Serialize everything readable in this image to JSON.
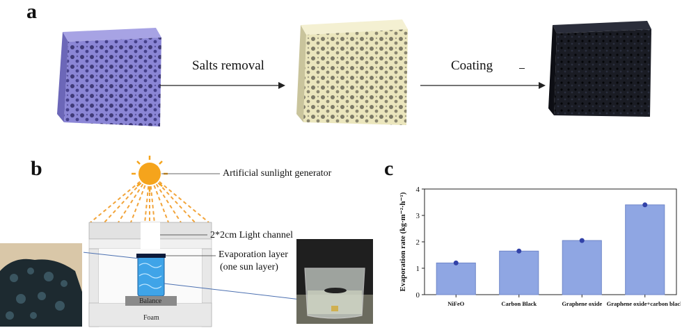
{
  "panels": {
    "a": "a",
    "b": "b",
    "c": "c"
  },
  "panel_a": {
    "step1_label": "Salts removal",
    "step2_label": "Coating",
    "cube_colors": [
      "#8b86d6",
      "#ebe6bd",
      "#15161c"
    ]
  },
  "panel_b": {
    "sun_label": "Artificial sunlight generator",
    "channel_label": "2*2cm Light channel",
    "evap_label_line1": "Evaporation layer",
    "evap_label_line2": "(one sun layer)",
    "balance_label": "Balance",
    "foam_label": "Foam",
    "sun_color": "#f5a41c",
    "water_color": "#3fa4e8"
  },
  "chart_data": {
    "type": "bar",
    "categories": [
      "NiFeO",
      "Carbon Black",
      "Graphene oxide",
      "Graphene oxide+carbon black"
    ],
    "values": [
      1.2,
      1.65,
      2.05,
      3.4
    ],
    "ylabel": "Evaporation rate (kg·m⁻²·h⁻¹)",
    "ylim": [
      0,
      4
    ],
    "yticks": [
      0,
      1,
      2,
      3,
      4
    ],
    "bar_color": "#8fa6e3",
    "point_color": "#3242a8",
    "grid": false
  }
}
